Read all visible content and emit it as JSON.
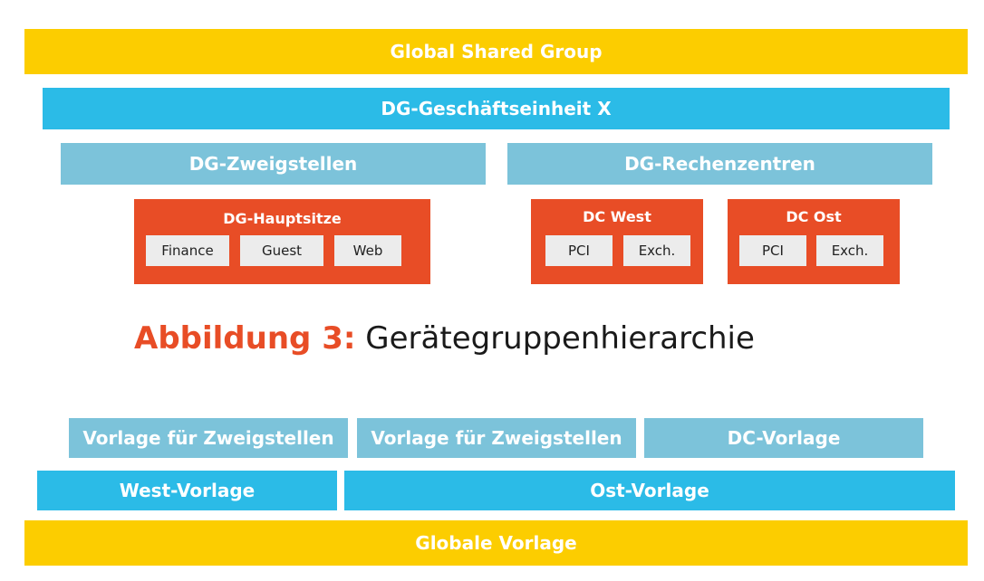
{
  "top_hierarchy": {
    "global": "Global Shared Group",
    "business_unit": "DG-Geschäftseinheit X",
    "branches": "DG-Zweigstellen",
    "datacenters": "DG-Rechenzentren",
    "headquarters": {
      "title": "DG-Hauptsitze",
      "items": [
        "Finance",
        "Guest",
        "Web"
      ]
    },
    "dc_west": {
      "title": "DC West",
      "items": [
        "PCI",
        "Exch."
      ]
    },
    "dc_east": {
      "title": "DC Ost",
      "items": [
        "PCI",
        "Exch."
      ]
    }
  },
  "caption": {
    "lead": "Abbildung 3:",
    "text": " Gerätegruppenhierarchie"
  },
  "templates": {
    "branch_template_1": "Vorlage für Zweigstellen",
    "branch_template_2": "Vorlage für Zweigstellen",
    "dc_template": "DC-Vorlage",
    "west_template": "West-Vorlage",
    "east_template": "Ost-Vorlage",
    "global_template": "Globale Vorlage"
  },
  "colors": {
    "yellow": "#fccd00",
    "blue": "#2bbbe7",
    "light_blue": "#7cc3da",
    "orange_red": "#e84d26",
    "chip_gray": "#ececec"
  }
}
